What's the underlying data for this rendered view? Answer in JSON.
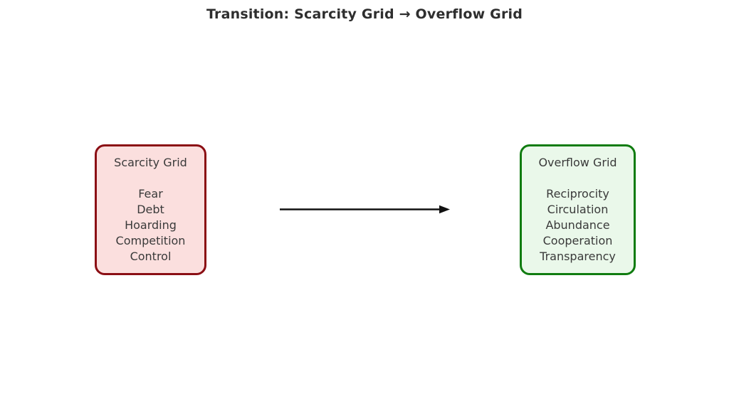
{
  "title": "Transition: Scarcity Grid → Overflow Grid",
  "left_box": {
    "title": "Scarcity Grid",
    "items": [
      "Fear",
      "Debt",
      "Hoarding",
      "Competition",
      "Control"
    ],
    "background_color": "#FBDFDE",
    "border_color": "#8B0E14"
  },
  "right_box": {
    "title": "Overflow Grid",
    "items": [
      "Reciprocity",
      "Circulation",
      "Abundance",
      "Cooperation",
      "Transparency"
    ],
    "background_color": "#EAF8EA",
    "border_color": "#107C10"
  },
  "arrow": {
    "color": "#111111",
    "direction": "left-to-right"
  }
}
